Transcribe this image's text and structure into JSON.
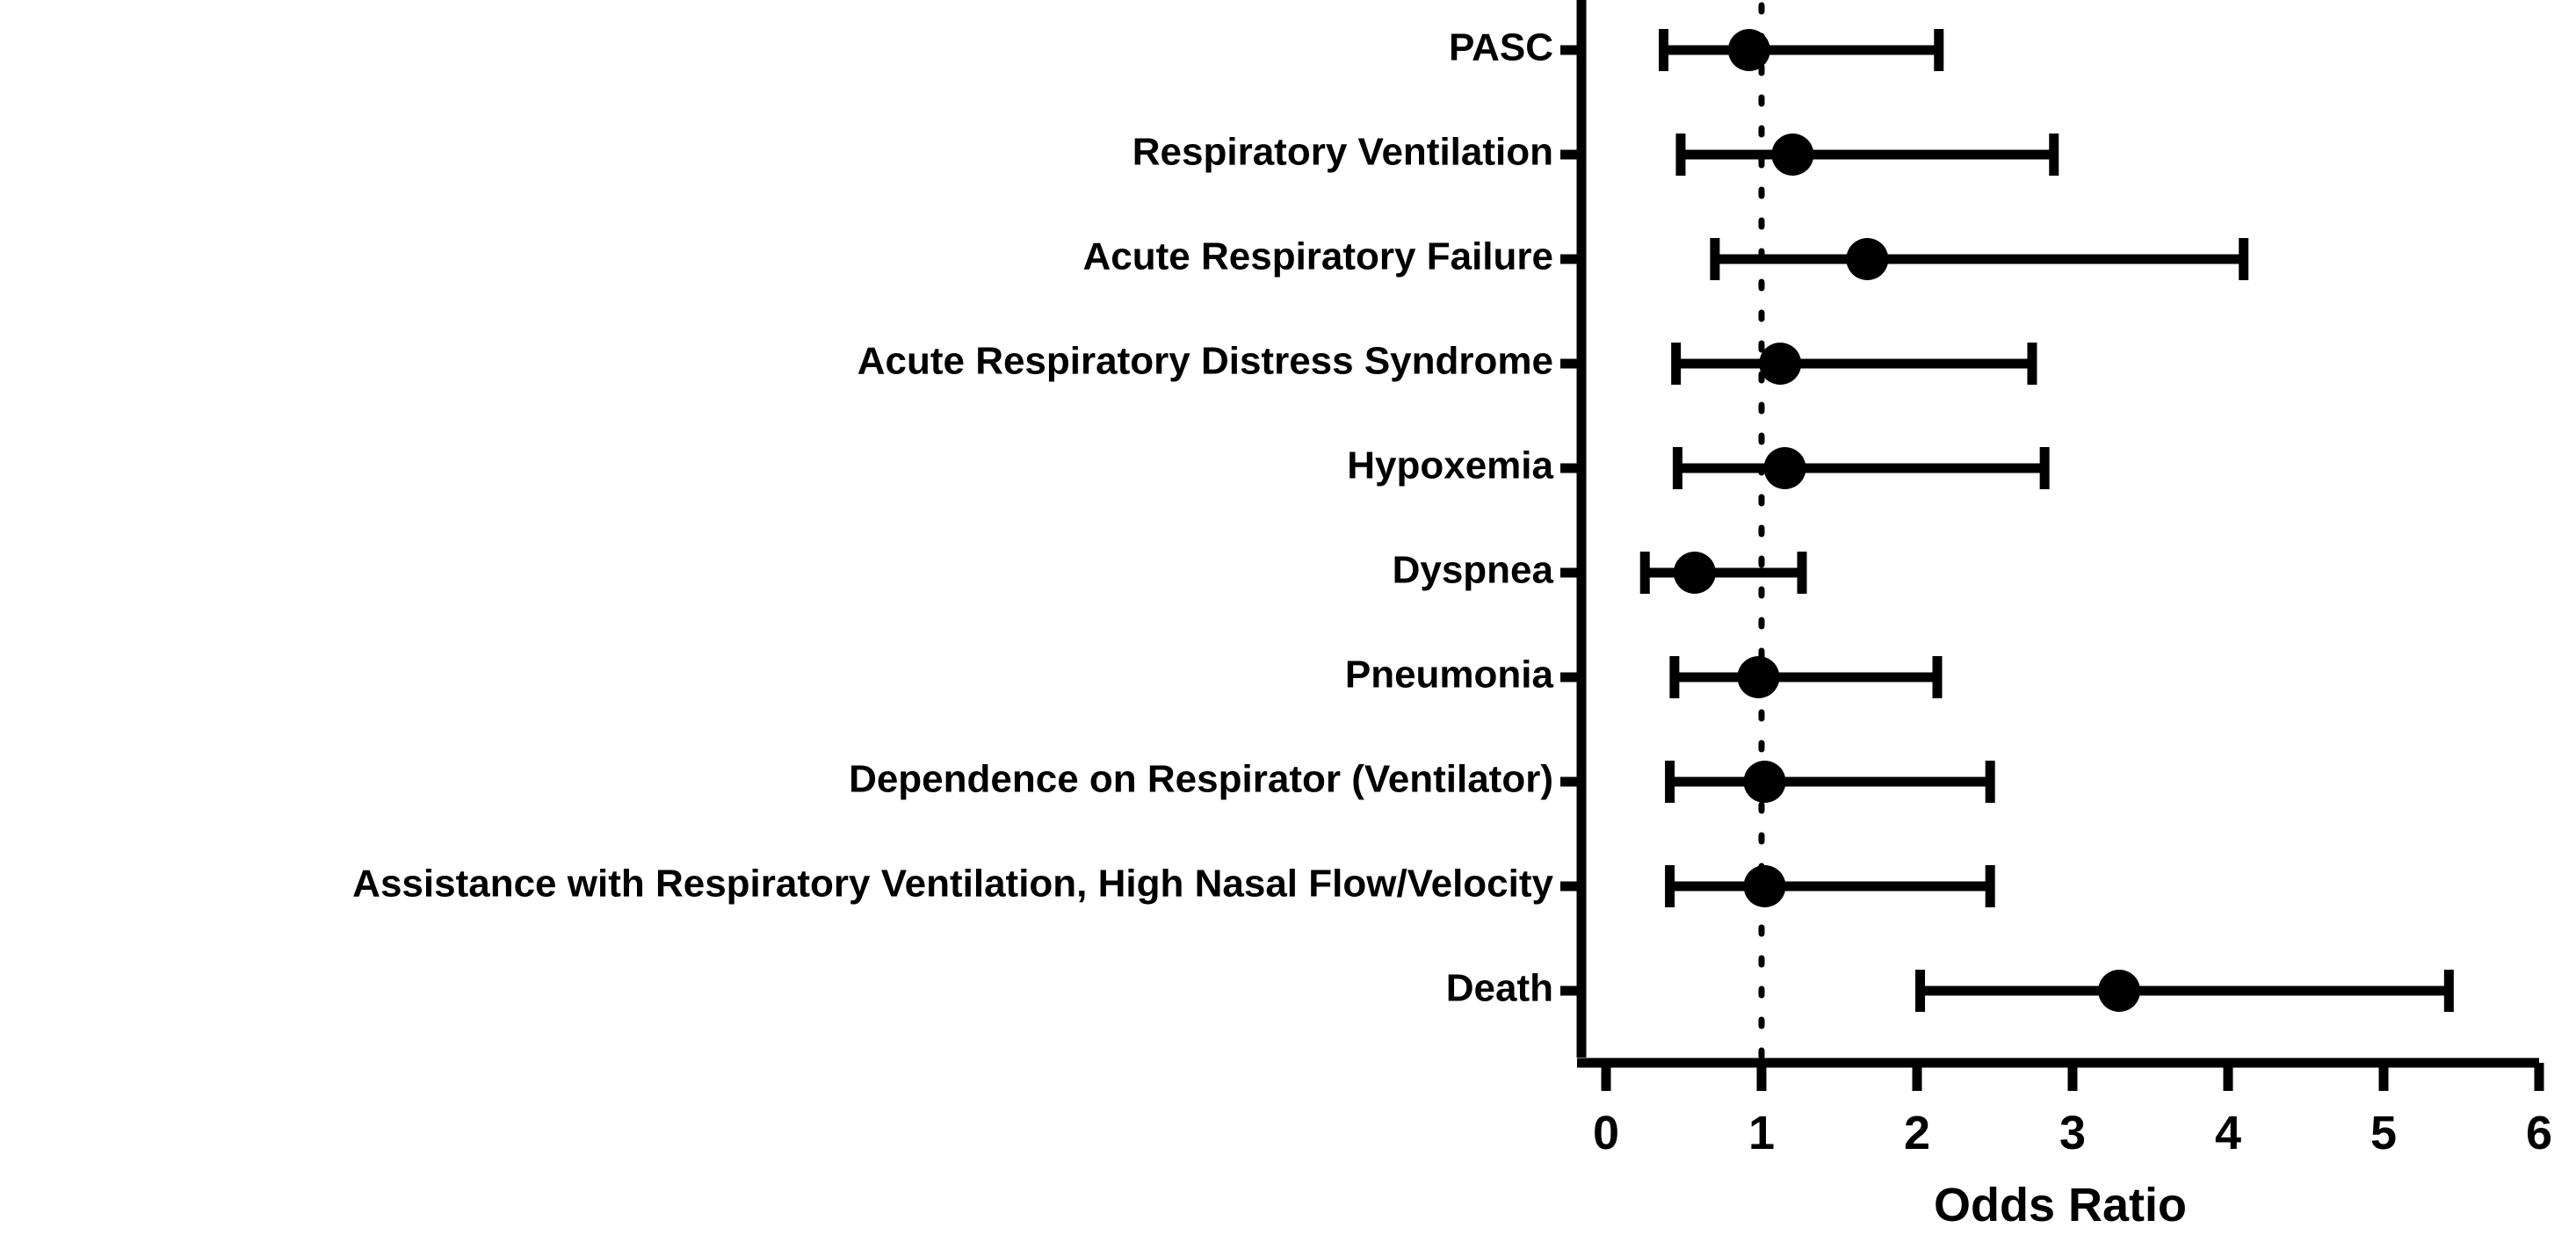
{
  "chart_data": {
    "type": "scatter",
    "subtype": "forest-plot",
    "title": "",
    "xlabel": "Odds Ratio",
    "ylabel": "",
    "xlim": [
      0,
      6
    ],
    "xticks": [
      "0",
      "1",
      "2",
      "3",
      "4",
      "5",
      "6"
    ],
    "xtick_values": [
      0,
      1,
      2,
      3,
      4,
      5,
      6
    ],
    "grid": false,
    "legend": null,
    "reference_line": {
      "value": 1,
      "style": "dotted",
      "color": "#000000"
    },
    "marker": {
      "shape": "circle",
      "color": "#000000"
    },
    "error_bar_style": "capped-horizontal",
    "categories": [
      "PASC",
      "Respiratory Ventilation",
      "Acute Respiratory Failure",
      "Acute Respiratory Distress Syndrome",
      "Hypoxemia",
      "Dyspnea",
      "Pneumonia",
      "Dependence on Respirator (Ventilator)",
      "Assistance with Respiratory Ventilation, High Nasal Flow/Velocity",
      "Death"
    ],
    "values": [
      0.92,
      1.2,
      1.68,
      1.12,
      1.15,
      0.57,
      0.98,
      1.02,
      1.02,
      3.3
    ],
    "ci_lower": [
      0.37,
      0.48,
      0.7,
      0.45,
      0.46,
      0.25,
      0.44,
      0.41,
      0.41,
      2.02
    ],
    "ci_upper": [
      2.14,
      2.88,
      4.1,
      2.74,
      2.82,
      1.26,
      2.13,
      2.47,
      2.47,
      5.42
    ],
    "rows": [
      {
        "label": "PASC",
        "or": 0.92,
        "lower": 0.37,
        "upper": 2.14
      },
      {
        "label": "Respiratory Ventilation",
        "or": 1.2,
        "lower": 0.48,
        "upper": 2.88
      },
      {
        "label": "Acute Respiratory Failure",
        "or": 1.68,
        "lower": 0.7,
        "upper": 4.1
      },
      {
        "label": "Acute Respiratory Distress Syndrome",
        "or": 1.12,
        "lower": 0.45,
        "upper": 2.74
      },
      {
        "label": "Hypoxemia",
        "or": 1.15,
        "lower": 0.46,
        "upper": 2.82
      },
      {
        "label": "Dyspnea",
        "or": 0.57,
        "lower": 0.25,
        "upper": 1.26
      },
      {
        "label": "Pneumonia",
        "or": 0.98,
        "lower": 0.44,
        "upper": 2.13
      },
      {
        "label": "Dependence on Respirator (Ventilator)",
        "or": 1.02,
        "lower": 0.41,
        "upper": 2.47
      },
      {
        "label": "Assistance with Respiratory Ventilation, High Nasal Flow/Velocity",
        "or": 1.02,
        "lower": 0.41,
        "upper": 2.47
      },
      {
        "label": "Death",
        "or": 3.3,
        "lower": 2.02,
        "upper": 5.42
      }
    ]
  },
  "axis": {
    "x_title": "Odds Ratio",
    "tick_labels": [
      "0",
      "1",
      "2",
      "3",
      "4",
      "5",
      "6"
    ]
  },
  "colors": {
    "foreground": "#000000",
    "background": "#ffffff"
  }
}
